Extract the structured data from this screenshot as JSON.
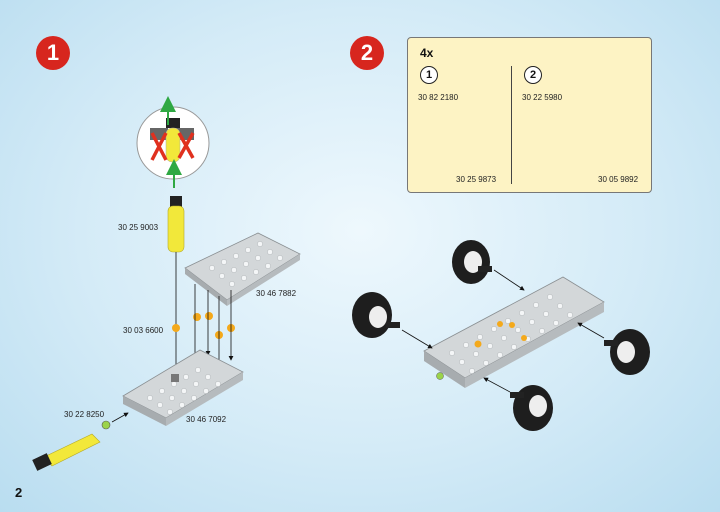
{
  "page_number": "2",
  "steps": [
    {
      "number": "1"
    },
    {
      "number": "2"
    }
  ],
  "step1_parts": {
    "rod": "30 25 9003",
    "upper_plate": "30 46 7882",
    "pins": "30 03 6600",
    "lower_plate": "30 46 7092",
    "axle_connector": "30 22 8250"
  },
  "parts_box": {
    "quantity": "4x",
    "substep1": "1",
    "substep2": "2",
    "wheel_code": "30 82 2180",
    "rim_code": "30 25 9873",
    "axle_code": "30 22 5980",
    "cap_code": "30 05 9892"
  },
  "colors": {
    "step_badge": "#d7261e",
    "parts_box_bg": "#fdf3c4",
    "plate_grey": "#c9cdcf",
    "rod_yellow": "#f2e83a",
    "pin_orange": "#f4a91b"
  }
}
